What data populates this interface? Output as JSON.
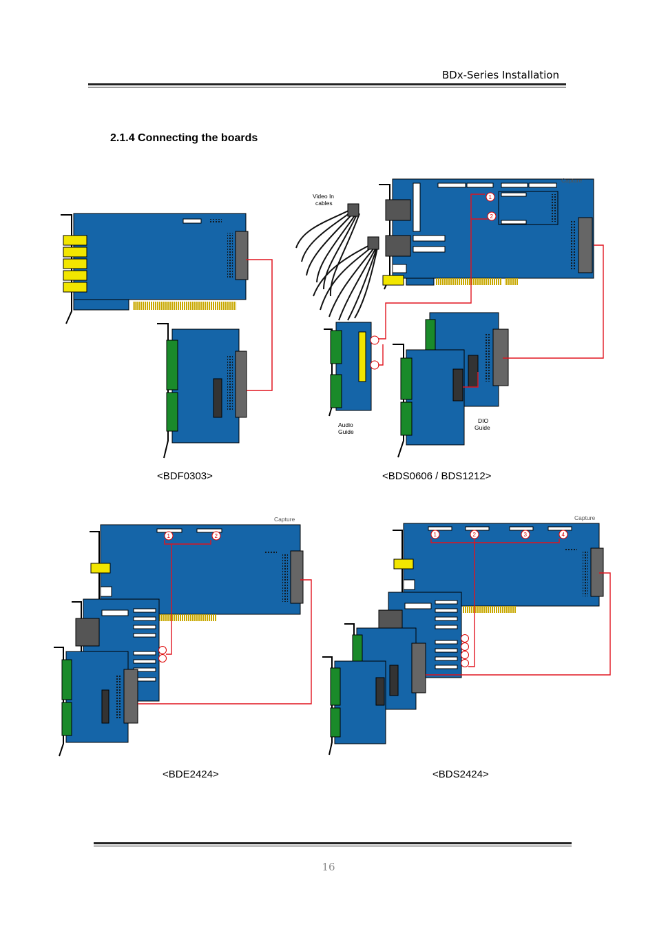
{
  "header": {
    "title": "BDx-Series Installation"
  },
  "section": {
    "title": "2.1.4 Connecting the boards"
  },
  "figures": {
    "bdf0303": {
      "caption": "<BDF0303>"
    },
    "bds0606": {
      "caption": "<BDS0606 / BDS1212>",
      "video_in_label_line1": "Video In",
      "video_in_label_line2": "cables",
      "audio_label_line1": "Audio",
      "audio_label_line2": "Guide",
      "dio_label_line1": "DIO",
      "dio_label_line2": "Guide",
      "capture_label": "Capture",
      "markers": [
        "1",
        "2"
      ]
    },
    "bde2424": {
      "caption": "<BDE2424>",
      "capture_label": "Capture",
      "markers": [
        "1",
        "2"
      ]
    },
    "bds2424": {
      "caption": "<BDS2424>",
      "capture_label": "Capture",
      "markers": [
        "1",
        "2",
        "3",
        "4"
      ]
    }
  },
  "footer": {
    "page_number": "16"
  },
  "colors": {
    "board": "#1565a8",
    "connector_green": "#1a8a2a",
    "bnc_yellow": "#f2e600",
    "wire_red": "#e0141e",
    "gold": "#c8a800"
  }
}
